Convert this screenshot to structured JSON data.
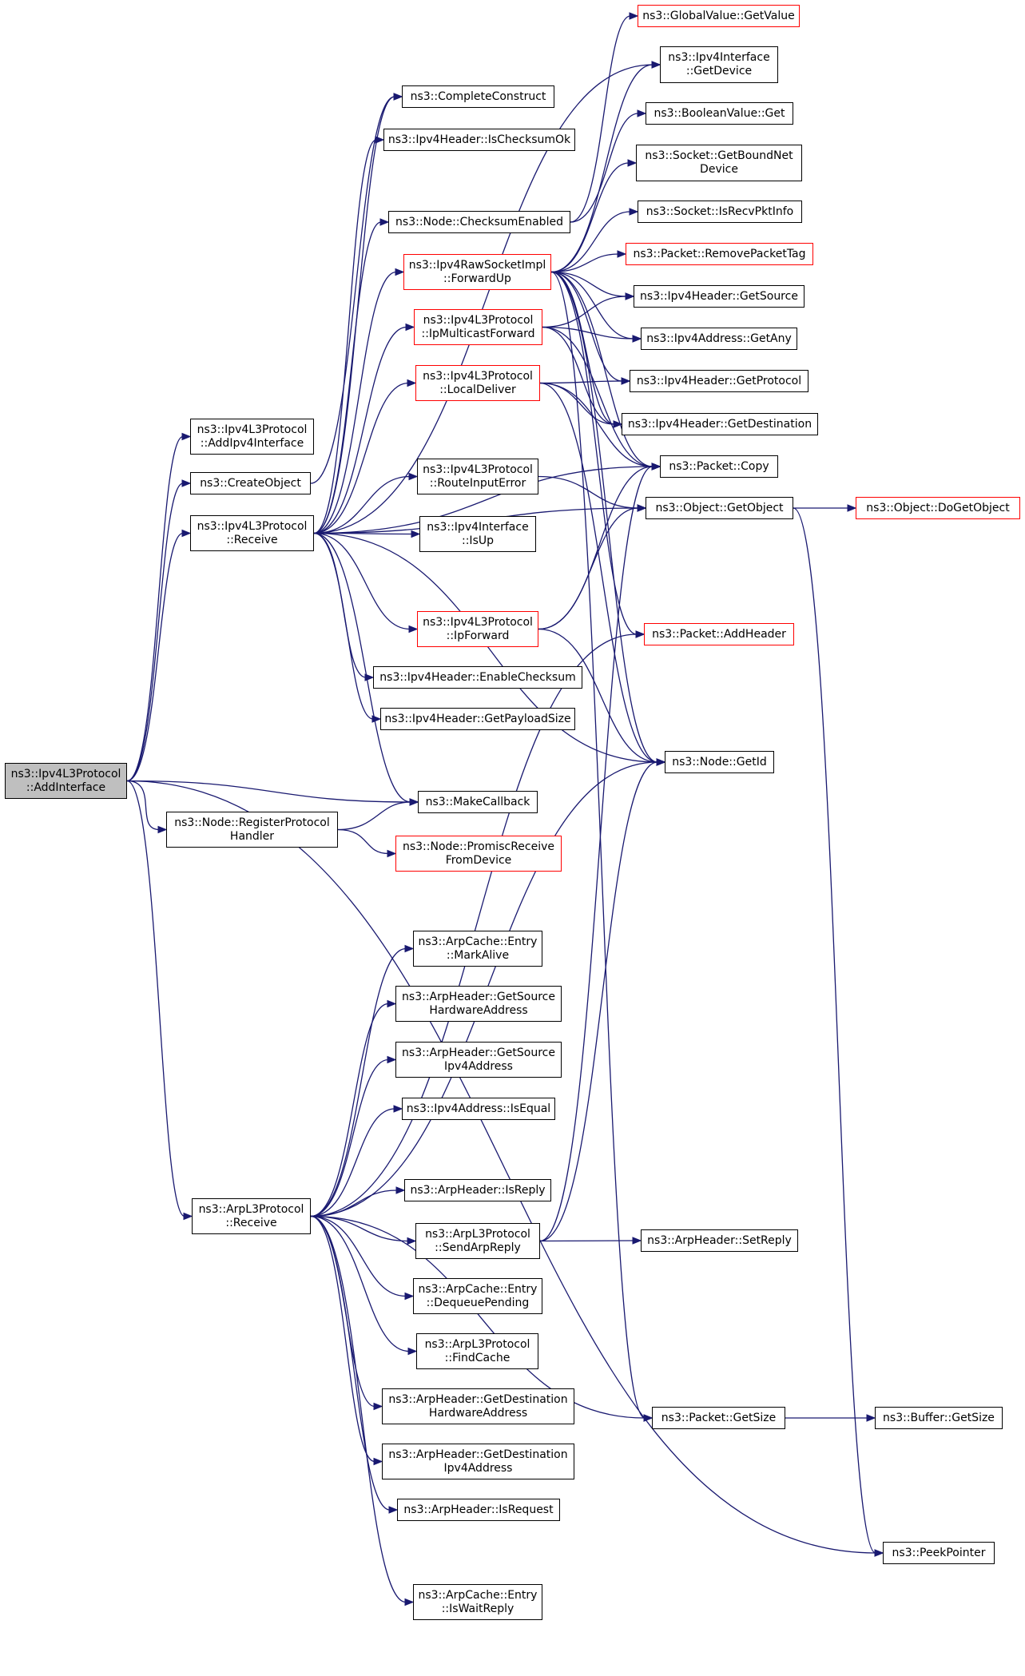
{
  "colors": {
    "edge": "#191970",
    "root_fill": "#bfbfbf",
    "truncated_border": "#ff0000",
    "node_border": "#000000"
  },
  "nodes": [
    {
      "id": "globalvalue_getvalue",
      "label": "ns3::GlobalValue::GetValue",
      "truncated": true
    },
    {
      "id": "ipv4interface_getdevice",
      "label": "ns3::Ipv4Interface\n::GetDevice"
    },
    {
      "id": "completeconstruct",
      "label": "ns3::CompleteConstruct"
    },
    {
      "id": "booleanvalue_get",
      "label": "ns3::BooleanValue::Get"
    },
    {
      "id": "ipv4header_ischecksumok",
      "label": "ns3::Ipv4Header::IsChecksumOk"
    },
    {
      "id": "socket_getboundnetdevice",
      "label": "ns3::Socket::GetBoundNet\nDevice"
    },
    {
      "id": "socket_isrecvpktinfo",
      "label": "ns3::Socket::IsRecvPktInfo"
    },
    {
      "id": "node_checksumenabled",
      "label": "ns3::Node::ChecksumEnabled"
    },
    {
      "id": "packet_removepackettag",
      "label": "ns3::Packet::RemovePacketTag",
      "truncated": true
    },
    {
      "id": "ipv4rawsocketimpl_forwardup",
      "label": "ns3::Ipv4RawSocketImpl\n::ForwardUp",
      "truncated": true
    },
    {
      "id": "ipv4header_getsource",
      "label": "ns3::Ipv4Header::GetSource"
    },
    {
      "id": "ipv4l3protocol_ipmulticastforward",
      "label": "ns3::Ipv4L3Protocol\n::IpMulticastForward",
      "truncated": true
    },
    {
      "id": "ipv4address_getany",
      "label": "ns3::Ipv4Address::GetAny"
    },
    {
      "id": "ipv4l3protocol_localdeliver",
      "label": "ns3::Ipv4L3Protocol\n::LocalDeliver",
      "truncated": true
    },
    {
      "id": "ipv4header_getprotocol",
      "label": "ns3::Ipv4Header::GetProtocol"
    },
    {
      "id": "ipv4l3protocol_addipv4interface",
      "label": "ns3::Ipv4L3Protocol\n::AddIpv4Interface"
    },
    {
      "id": "ipv4header_getdestination",
      "label": "ns3::Ipv4Header::GetDestination"
    },
    {
      "id": "packet_copy",
      "label": "ns3::Packet::Copy"
    },
    {
      "id": "ipv4l3protocol_routeinputerror",
      "label": "ns3::Ipv4L3Protocol\n::RouteInputError"
    },
    {
      "id": "createobject",
      "label": "ns3::CreateObject"
    },
    {
      "id": "object_getobject",
      "label": "ns3::Object::GetObject"
    },
    {
      "id": "object_dogetobject",
      "label": "ns3::Object::DoGetObject",
      "truncated": true
    },
    {
      "id": "ipv4l3protocol_receive",
      "label": "ns3::Ipv4L3Protocol\n::Receive"
    },
    {
      "id": "ipv4interface_isup",
      "label": "ns3::Ipv4Interface\n::IsUp"
    },
    {
      "id": "ipv4l3protocol_ipforward",
      "label": "ns3::Ipv4L3Protocol\n::IpForward",
      "truncated": true
    },
    {
      "id": "packet_addheader",
      "label": "ns3::Packet::AddHeader",
      "truncated": true
    },
    {
      "id": "ipv4header_enablechecksum",
      "label": "ns3::Ipv4Header::EnableChecksum"
    },
    {
      "id": "ipv4header_getpayloadsize",
      "label": "ns3::Ipv4Header::GetPayloadSize"
    },
    {
      "id": "node_getid",
      "label": "ns3::Node::GetId"
    },
    {
      "id": "ipv4l3protocol_addinterface",
      "label": "ns3::Ipv4L3Protocol\n::AddInterface",
      "root": true
    },
    {
      "id": "makecallback",
      "label": "ns3::MakeCallback"
    },
    {
      "id": "node_registerprotocolhandler",
      "label": "ns3::Node::RegisterProtocol\nHandler"
    },
    {
      "id": "node_promiscreceivefromdevice",
      "label": "ns3::Node::PromiscReceive\nFromDevice",
      "truncated": true
    },
    {
      "id": "arpcache_entry_markalive",
      "label": "ns3::ArpCache::Entry\n::MarkAlive"
    },
    {
      "id": "arpheader_getsourcehardwareaddress",
      "label": "ns3::ArpHeader::GetSource\nHardwareAddress"
    },
    {
      "id": "arpheader_getsourceipv4address",
      "label": "ns3::ArpHeader::GetSource\nIpv4Address"
    },
    {
      "id": "ipv4address_isequal",
      "label": "ns3::Ipv4Address::IsEqual"
    },
    {
      "id": "arpheader_isreply",
      "label": "ns3::ArpHeader::IsReply"
    },
    {
      "id": "arpl3protocol_receive",
      "label": "ns3::ArpL3Protocol\n::Receive"
    },
    {
      "id": "arpl3protocol_sendarpreply",
      "label": "ns3::ArpL3Protocol\n::SendArpReply"
    },
    {
      "id": "arpheader_setreply",
      "label": "ns3::ArpHeader::SetReply"
    },
    {
      "id": "arpcache_entry_dequeuepending",
      "label": "ns3::ArpCache::Entry\n::DequeuePending"
    },
    {
      "id": "arpl3protocol_findcache",
      "label": "ns3::ArpL3Protocol\n::FindCache"
    },
    {
      "id": "arpheader_getdestinationhardwareaddress",
      "label": "ns3::ArpHeader::GetDestination\nHardwareAddress"
    },
    {
      "id": "packet_getsize",
      "label": "ns3::Packet::GetSize"
    },
    {
      "id": "buffer_getsize",
      "label": "ns3::Buffer::GetSize"
    },
    {
      "id": "arpheader_getdestinationipv4address",
      "label": "ns3::ArpHeader::GetDestination\nIpv4Address"
    },
    {
      "id": "arpheader_isrequest",
      "label": "ns3::ArpHeader::IsRequest"
    },
    {
      "id": "peekpointer",
      "label": "ns3::PeekPointer"
    },
    {
      "id": "arpcache_entry_iswaitreply",
      "label": "ns3::ArpCache::Entry\n::IsWaitReply"
    }
  ],
  "edges": [
    [
      "ipv4l3protocol_addinterface",
      "ipv4l3protocol_addipv4interface"
    ],
    [
      "ipv4l3protocol_addinterface",
      "createobject"
    ],
    [
      "ipv4l3protocol_addinterface",
      "ipv4l3protocol_receive"
    ],
    [
      "ipv4l3protocol_addinterface",
      "makecallback"
    ],
    [
      "ipv4l3protocol_addinterface",
      "node_registerprotocolhandler"
    ],
    [
      "ipv4l3protocol_addinterface",
      "arpl3protocol_receive"
    ],
    [
      "ipv4l3protocol_addinterface",
      "peekpointer"
    ],
    [
      "createobject",
      "completeconstruct"
    ],
    [
      "ipv4l3protocol_receive",
      "completeconstruct"
    ],
    [
      "ipv4l3protocol_receive",
      "ipv4header_ischecksumok"
    ],
    [
      "ipv4l3protocol_receive",
      "node_checksumenabled"
    ],
    [
      "ipv4l3protocol_receive",
      "ipv4rawsocketimpl_forwardup"
    ],
    [
      "ipv4l3protocol_receive",
      "ipv4l3protocol_ipmulticastforward"
    ],
    [
      "ipv4l3protocol_receive",
      "ipv4l3protocol_localdeliver"
    ],
    [
      "ipv4l3protocol_receive",
      "ipv4interface_getdevice"
    ],
    [
      "ipv4l3protocol_receive",
      "ipv4l3protocol_routeinputerror"
    ],
    [
      "ipv4l3protocol_receive",
      "ipv4interface_isup"
    ],
    [
      "ipv4l3protocol_receive",
      "ipv4l3protocol_ipforward"
    ],
    [
      "ipv4l3protocol_receive",
      "ipv4header_enablechecksum"
    ],
    [
      "ipv4l3protocol_receive",
      "ipv4header_getpayloadsize"
    ],
    [
      "ipv4l3protocol_receive",
      "object_getobject"
    ],
    [
      "ipv4l3protocol_receive",
      "packet_copy"
    ],
    [
      "ipv4l3protocol_receive",
      "node_getid"
    ],
    [
      "ipv4l3protocol_receive",
      "makecallback"
    ],
    [
      "node_checksumenabled",
      "globalvalue_getvalue"
    ],
    [
      "node_checksumenabled",
      "booleanvalue_get"
    ],
    [
      "ipv4rawsocketimpl_forwardup",
      "ipv4interface_getdevice"
    ],
    [
      "ipv4rawsocketimpl_forwardup",
      "socket_getboundnetdevice"
    ],
    [
      "ipv4rawsocketimpl_forwardup",
      "socket_isrecvpktinfo"
    ],
    [
      "ipv4rawsocketimpl_forwardup",
      "packet_removepackettag"
    ],
    [
      "ipv4rawsocketimpl_forwardup",
      "ipv4header_getsource"
    ],
    [
      "ipv4rawsocketimpl_forwardup",
      "ipv4address_getany"
    ],
    [
      "ipv4rawsocketimpl_forwardup",
      "ipv4header_getprotocol"
    ],
    [
      "ipv4rawsocketimpl_forwardup",
      "ipv4header_getdestination"
    ],
    [
      "ipv4rawsocketimpl_forwardup",
      "packet_copy"
    ],
    [
      "ipv4rawsocketimpl_forwardup",
      "packet_addheader"
    ],
    [
      "ipv4rawsocketimpl_forwardup",
      "node_getid"
    ],
    [
      "ipv4rawsocketimpl_forwardup",
      "packet_getsize"
    ],
    [
      "ipv4l3protocol_ipmulticastforward",
      "ipv4header_getsource"
    ],
    [
      "ipv4l3protocol_ipmulticastforward",
      "ipv4address_getany"
    ],
    [
      "ipv4l3protocol_ipmulticastforward",
      "ipv4header_getdestination"
    ],
    [
      "ipv4l3protocol_ipmulticastforward",
      "packet_copy"
    ],
    [
      "ipv4l3protocol_localdeliver",
      "ipv4header_getprotocol"
    ],
    [
      "ipv4l3protocol_localdeliver",
      "ipv4header_getdestination"
    ],
    [
      "ipv4l3protocol_localdeliver",
      "packet_copy"
    ],
    [
      "ipv4l3protocol_localdeliver",
      "node_getid"
    ],
    [
      "ipv4l3protocol_routeinputerror",
      "object_getobject"
    ],
    [
      "ipv4l3protocol_ipforward",
      "object_getobject"
    ],
    [
      "ipv4l3protocol_ipforward",
      "packet_copy"
    ],
    [
      "ipv4l3protocol_ipforward",
      "node_getid"
    ],
    [
      "object_getobject",
      "object_dogetobject"
    ],
    [
      "object_getobject",
      "peekpointer"
    ],
    [
      "node_registerprotocolhandler",
      "makecallback"
    ],
    [
      "node_registerprotocolhandler",
      "node_promiscreceivefromdevice"
    ],
    [
      "arpl3protocol_receive",
      "packet_addheader"
    ],
    [
      "arpl3protocol_receive",
      "arpcache_entry_markalive"
    ],
    [
      "arpl3protocol_receive",
      "arpheader_getsourcehardwareaddress"
    ],
    [
      "arpl3protocol_receive",
      "arpheader_getsourceipv4address"
    ],
    [
      "arpl3protocol_receive",
      "ipv4address_isequal"
    ],
    [
      "arpl3protocol_receive",
      "node_getid"
    ],
    [
      "arpl3protocol_receive",
      "arpheader_isreply"
    ],
    [
      "arpl3protocol_receive",
      "arpl3protocol_sendarpreply"
    ],
    [
      "arpl3protocol_receive",
      "arpcache_entry_dequeuepending"
    ],
    [
      "arpl3protocol_receive",
      "arpl3protocol_findcache"
    ],
    [
      "arpl3protocol_receive",
      "arpheader_getdestinationhardwareaddress"
    ],
    [
      "arpl3protocol_receive",
      "arpheader_getdestinationipv4address"
    ],
    [
      "arpl3protocol_receive",
      "arpheader_isrequest"
    ],
    [
      "arpl3protocol_receive",
      "packet_getsize"
    ],
    [
      "arpl3protocol_receive",
      "arpcache_entry_iswaitreply"
    ],
    [
      "arpl3protocol_sendarpreply",
      "packet_copy"
    ],
    [
      "arpl3protocol_sendarpreply",
      "node_getid"
    ],
    [
      "arpl3protocol_sendarpreply",
      "arpheader_setreply"
    ],
    [
      "packet_getsize",
      "buffer_getsize"
    ]
  ]
}
